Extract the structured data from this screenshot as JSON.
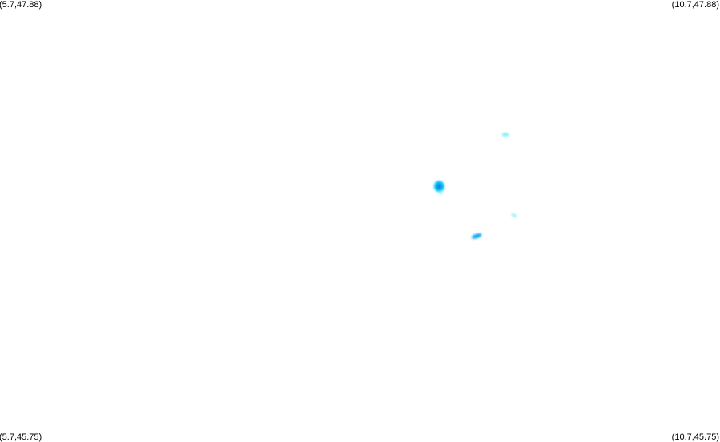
{
  "map": {
    "corners": {
      "top_left": "(5.7,47.88)",
      "top_right": "(10.7,47.88)",
      "bottom_left": "(5.7,45.75)",
      "bottom_right": "(10.7,45.75)"
    },
    "extent": {
      "lon_min": 5.7,
      "lon_max": 10.7,
      "lat_min": 45.75,
      "lat_max": 47.88
    },
    "background": "#ffffff",
    "blobs": [
      {
        "lon": 9.21,
        "lat": 47.23,
        "color": "#7ff4fb"
      },
      {
        "lon": 8.75,
        "lat": 46.98,
        "color": "#00c8f5"
      },
      {
        "lon": 8.75,
        "lat": 46.98,
        "color": "#1e7fe0"
      },
      {
        "lon": 8.76,
        "lat": 46.95,
        "color": "#8cf0fa"
      },
      {
        "lon": 9.27,
        "lat": 46.84,
        "color": "#9ef2f9"
      },
      {
        "lon": 9.01,
        "lat": 46.74,
        "color": "#18a8ec"
      }
    ]
  }
}
